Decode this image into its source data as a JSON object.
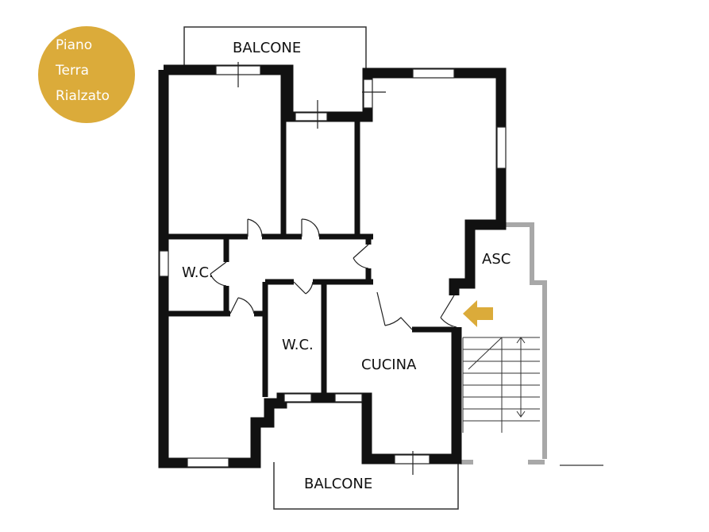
{
  "badge": {
    "line1": "Piano",
    "line2": "Terra",
    "line3": "Rialzato",
    "color": "#dbab3a"
  },
  "rooms": {
    "balcone_top": "BALCONE",
    "balcone_bottom": "BALCONE",
    "wc_left": "W.C.",
    "wc_center": "W.C.",
    "cucina": "CUCINA",
    "asc": "ASC"
  },
  "colors": {
    "wall": "#111111",
    "shared_wall": "#a8a8a8",
    "arrow": "#dbab3a"
  },
  "icons": {
    "entrance": "entrance-arrow-icon",
    "stairs": "staircase-icon"
  }
}
